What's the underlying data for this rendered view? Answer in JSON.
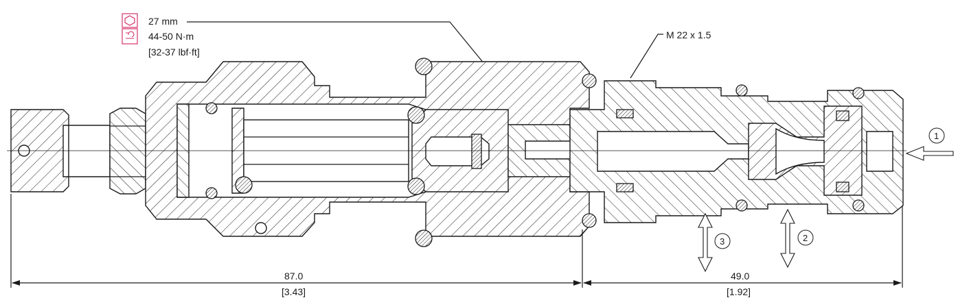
{
  "spec": {
    "hex_size": "27 mm",
    "torque_metric": "44-50 N·m",
    "torque_imperial": "[32-37 lbf·ft]",
    "hex_icon": "hex-wrench-icon",
    "torque_icon": "torque-wrench-icon",
    "icon_color": "#d6336c"
  },
  "thread_callout": "M 22 x 1.5",
  "dimensions": {
    "left": {
      "metric": "87.0",
      "imperial": "[3.43]"
    },
    "right": {
      "metric": "49.0",
      "imperial": "[1.92]"
    }
  },
  "ports": {
    "p1": "1",
    "p2": "2",
    "p3": "3"
  }
}
